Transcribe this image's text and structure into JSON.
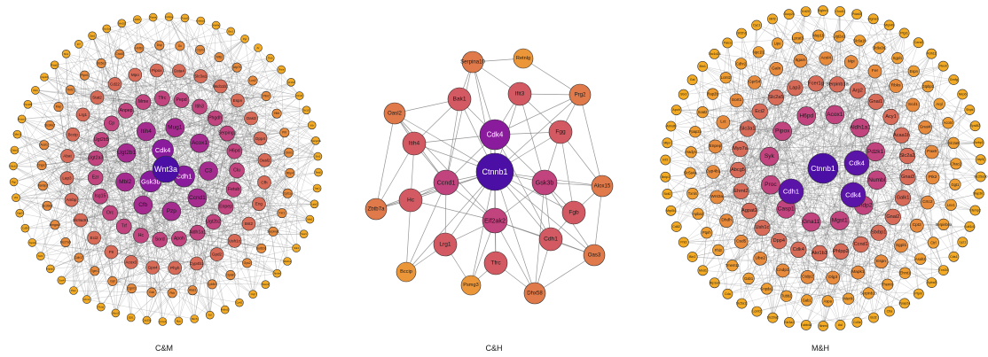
{
  "panels": [
    {
      "id": "cm",
      "label": "C&M",
      "tiers": [
        [
          "Wnt3a"
        ],
        [
          "Cdh1",
          "Gsk3b",
          "Cdk4"
        ],
        [
          "Ccnd1",
          "Pzp",
          "Cfb",
          "Mbl2",
          "Ugt2b1",
          "Itih4",
          "Mug1",
          "Acox1",
          "C3"
        ],
        [
          "Aldh1a1",
          "Apoh",
          "Sord",
          "Hc",
          "Trf",
          "Orc",
          "Isg15",
          "Ezr",
          "Ugt2a3",
          "Ugt2b5",
          "Cp",
          "Anpep",
          "Mme",
          "Tfrc",
          "Pepd",
          "Itih3",
          "Phgdh",
          "Serping1",
          "H6pd",
          "Clu",
          "Fetub",
          "Enpep",
          "Ugt2b2"
        ],
        [
          "Phyh",
          "Gpx4",
          "Acox3",
          "F9",
          "Eci2",
          "Slc9a3r1",
          "Ambp",
          "Lap3",
          "Abat",
          "Bccip",
          "Lrg1",
          "Stat2",
          "Cd22",
          "Mpo",
          "Pipox",
          "Gsta4",
          "Slc3a1",
          "Hsd11b1",
          "Espn",
          "Oas3",
          "Dpp4",
          "Oasl2",
          "Cfh",
          "Eng",
          "Bst2",
          "Ush1c",
          "Gpd2",
          "Cyp4b1"
        ],
        [
          "Cgnl1",
          "Gpt",
          "Tgm1",
          "Cdh17",
          "Slc27a5",
          "Hmgcs2",
          "Slc39a5",
          "Ranbp2",
          "Cnga1",
          "Acsl1",
          "Slc34a2",
          "Mvp",
          "Tinf2",
          "Ptpn1",
          "Slc5a1",
          "Cnot3",
          "Hnf1b",
          "Dsp",
          "Gc",
          "Crym",
          "Mttp",
          "Atp7b",
          "Lcn2",
          "Plin2",
          "Hbb",
          "Prlr",
          "Orm1",
          "Rbp4",
          "Cpt1a",
          "Fxr1",
          "Serpina1",
          "Sult1b1",
          "Gys2",
          "Oplah",
          "Cyb5r3",
          "Alas1",
          "Pklr",
          "Gck"
        ],
        [
          "Pten",
          "Snx4",
          "Anpep2",
          "Ncf1",
          "Top2a",
          "Cd36",
          "Aqp9",
          "Vil1",
          "Pigr",
          "Abcb1",
          "Gsta1",
          "Cdkn1a",
          "Hmox1",
          "Psmb8",
          "Ifi44",
          "Usp18",
          "Rsad2",
          "Mx1",
          "Irf7",
          "Oas1",
          "Slco1a1",
          "Nfe2l2",
          "Klf15",
          "Ppara",
          "Cebpa",
          "Foxa2",
          "Onecut1",
          "Hnf4a",
          "Esr1",
          "Pgr",
          "Ar",
          "Thrb",
          "Rxra",
          "Nr1h4",
          "Nr1i2",
          "Nr1i3",
          "Vdr",
          "Ppargc1a",
          "Sirt1",
          "Tead1",
          "Yap1",
          "Lats2",
          "Mst1",
          "Sav1",
          "Stk4",
          "Mob1a",
          "Ajuba",
          "Wwtr1",
          "Ctgf",
          "Cyr61",
          "Ankrd1",
          "Axl",
          "Birc5",
          "Myc",
          "Ccne1",
          "Cdc25a",
          "E2f1",
          "Mcm2",
          "Pcna",
          "Rrm2"
        ]
      ],
      "sizes": [
        15,
        12,
        10.5,
        8.5,
        7.5,
        5.2,
        4.5
      ],
      "fontsizes": [
        9,
        7.5,
        6.5,
        5.2,
        4.6,
        3.4,
        2.8
      ],
      "colors": [
        "#4b0fa6",
        "#8a1b9c",
        "#a52c8e",
        "#c2447e",
        "#d86a58",
        "#e88a3c",
        "#f3ab26"
      ]
    },
    {
      "id": "ch",
      "label": "C&H",
      "nodes": [
        {
          "name": "Ctnnb1",
          "tier": 0
        },
        {
          "name": "Cdk4",
          "tier": 1
        },
        {
          "name": "Eif2ak2",
          "tier": 2
        },
        {
          "name": "Gsk3b",
          "tier": 2
        },
        {
          "name": "Ccnd1",
          "tier": 2
        },
        {
          "name": "Bak1",
          "tier": 3
        },
        {
          "name": "Ifit3",
          "tier": 3
        },
        {
          "name": "Itih4",
          "tier": 3
        },
        {
          "name": "Hc",
          "tier": 3
        },
        {
          "name": "Lrg1",
          "tier": 3
        },
        {
          "name": "Tfrc",
          "tier": 3
        },
        {
          "name": "Cdh1",
          "tier": 3
        },
        {
          "name": "Fgb",
          "tier": 3
        },
        {
          "name": "Fgg",
          "tier": 3
        },
        {
          "name": "Oasl2",
          "tier": 4
        },
        {
          "name": "Serpina10",
          "tier": 4
        },
        {
          "name": "Prg2",
          "tier": 4
        },
        {
          "name": "Alox15",
          "tier": 4
        },
        {
          "name": "Oas3",
          "tier": 4
        },
        {
          "name": "Dhx58",
          "tier": 4
        },
        {
          "name": "Zbtb7a",
          "tier": 4
        },
        {
          "name": "Bccip",
          "tier": 5
        },
        {
          "name": "Psmg3",
          "tier": 5
        },
        {
          "name": "Retnlg",
          "tier": 5
        }
      ],
      "sizes": [
        21,
        17,
        14,
        13,
        12,
        11,
        8
      ],
      "fontsizes": [
        9,
        8,
        7.2,
        6.6,
        6.1,
        5.6,
        4.2
      ],
      "colors": [
        "#4b0fa6",
        "#8a1b9c",
        "#c2447e",
        "#d35a62",
        "#e07a4a",
        "#ec963a",
        "#f3ab26"
      ]
    },
    {
      "id": "mh",
      "label": "M&H",
      "tiers": [
        [
          "Ctnnb1"
        ],
        [
          "Cdh1",
          "Cdk4",
          "Cdk4"
        ],
        [
          "Cndp2",
          "Mgst1",
          "Gna11",
          "Casp1",
          "Proc",
          "Syk",
          "Pipox",
          "H6pd",
          "Acox1",
          "Aldh1a1",
          "Pdzk1",
          "Numbl"
        ],
        [
          "Ccnd1",
          "Phlpp2",
          "Akr1b3",
          "Cdk4",
          "Dpp4",
          "Ush1c",
          "Agpat2",
          "Ehmt2",
          "Abcg5",
          "Myo7a",
          "Slc3a1",
          "Eci2",
          "Slc2a5",
          "Lap3",
          "Fcer1g",
          "Serpinb1a",
          "Arg2",
          "Gnai1",
          "Acy1",
          "Acaa1b",
          "Slc2a2",
          "Gnai3",
          "Galk1",
          "Gnai2",
          "Stxbp1"
        ],
        [
          "Dlg3",
          "Ctdp2",
          "Cndp1",
          "Ube2",
          "Csd5",
          "Dhdh",
          "Wnt3a",
          "Cyp4b1",
          "Enpep",
          "Lct",
          "Sort1",
          "Gpr54",
          "Galn",
          "Itgam",
          "Acsl4",
          "Mpi",
          "Fer",
          "Rbks",
          "Scd1",
          "Gnai4",
          "Pax8",
          "Ptk2",
          "Crtc2",
          "Cpt2",
          "Sgpl1",
          "Espn",
          "Mapk1"
        ],
        [
          "Tubb2",
          "Gnpda1",
          "Gab1",
          "Tmem11",
          "Fhl3",
          "Ptprh",
          "Apba3",
          "Txnl4",
          "Slc5a4a",
          "Hadyn",
          "Ppap2a",
          "Soat2",
          "Rap2b",
          "Lcmt2",
          "Cdhr2",
          "Npc1l1",
          "Lipe",
          "Lpcat3",
          "Mep1b",
          "Ugt2a3",
          "Slc6a19",
          "Slc9a3r2",
          "Sgpl1",
          "Espn",
          "Gtpbp2",
          "Acyl",
          "Acot4",
          "Slc2a9",
          "Chac2",
          "Ggt1",
          "Lnx1",
          "Serpinb6a",
          "Ctrl",
          "Asah2",
          "Ehmt1",
          "Themis",
          "Serpinb1b",
          "Mertk",
          "Aspa",
          "Gab1"
        ],
        [
          "Cda",
          "Atp1a4",
          "Mxd1",
          "Bin2",
          "Fhl3",
          "Cd82",
          "Mrpl54",
          "Sidt2",
          "Bnip1",
          "Inf2",
          "Mtpn",
          "Abhd6",
          "Apoh",
          "Stx3",
          "Gal",
          "Bin1",
          "Tbc1d24",
          "Paics",
          "Gtf2h1",
          "Cyc1",
          "Mrf2",
          "Gucy2c",
          "Krt20",
          "Siglec1",
          "Oxct1",
          "Pdzd3",
          "Mgme1",
          "Mrpl49",
          "Ptgr1",
          "Cers6",
          "Rdh11",
          "Reck",
          "Gmfg",
          "Nlrp6",
          "Shpk",
          "Eps8l2",
          "Aebp1",
          "Atp5j",
          "Slc25a30",
          "Map3k1",
          "Efemp2",
          "Sult1d1",
          "Lyz1",
          "Cds1",
          "Txn34",
          "Apba3",
          "Ptprh",
          "Ppap2a",
          "Ctla",
          "Bcl2",
          "Cd3e",
          "Asl",
          "Nnmt",
          "Tubb4a",
          "Slc3a2",
          "Slc20a2",
          "Lcmt2",
          "Slc5a11"
        ]
      ],
      "sizes": [
        17,
        14,
        10.5,
        8.8,
        7.5,
        6.3,
        5.6
      ],
      "fontsizes": [
        8.5,
        7.6,
        6.6,
        5.6,
        4.8,
        4.1,
        3.7
      ],
      "colors": [
        "#4b0fa6",
        "#5a14a8",
        "#c2447e",
        "#d86a58",
        "#e88a3c",
        "#ef9c30",
        "#f3ab26"
      ]
    }
  ]
}
